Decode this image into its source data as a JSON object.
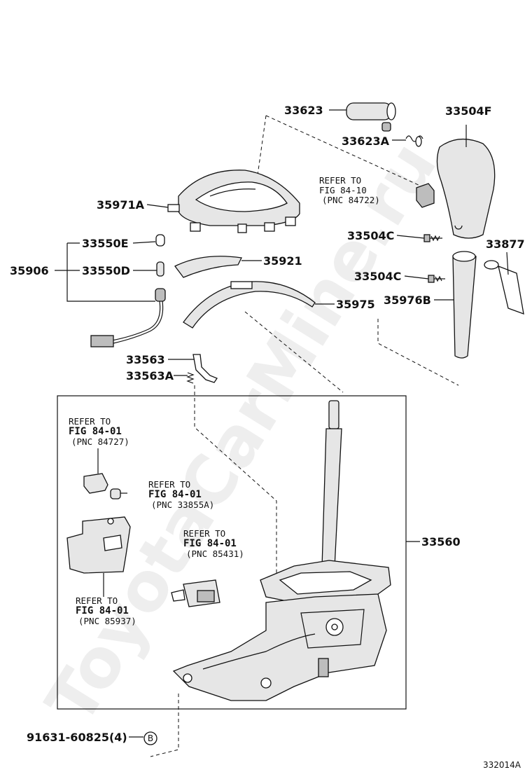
{
  "watermark": "ToyotaCarMine.ru",
  "figure_id": "332014A",
  "parts": {
    "p33623": "33623",
    "p33623A": "33623A",
    "p33504F": "33504F",
    "p35971A": "35971A",
    "p33504C_a": "33504C",
    "p33877": "33877",
    "p33550E": "33550E",
    "p35906": "35906",
    "p33550D": "33550D",
    "p35921": "35921",
    "p33504C_b": "33504C",
    "p35976B": "35976B",
    "p35975": "35975",
    "p33563": "33563",
    "p33563A": "33563A",
    "p33560": "33560",
    "p91631": "91631-60825(4)"
  },
  "refs": {
    "r1": {
      "line1": "REFER TO",
      "line2": "FIG 84-10",
      "line3": "(PNC 84722)"
    },
    "r2": {
      "line1": "REFER TO",
      "line2": "FIG 84-01",
      "line3": "(PNC 84727)"
    },
    "r3": {
      "line1": "REFER TO",
      "line2": "FIG 84-01",
      "line3": "(PNC 33855A)"
    },
    "r4": {
      "line1": "REFER TO",
      "line2": "FIG 84-01",
      "line3": "(PNC 85431)"
    },
    "r5": {
      "line1": "REFER TO",
      "line2": "FIG 84-01",
      "line3": "(PNC 85937)"
    }
  },
  "marker_b": "B"
}
